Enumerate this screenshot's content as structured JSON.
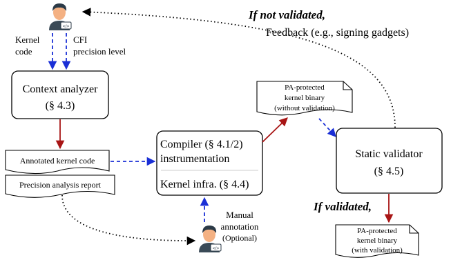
{
  "feedback": {
    "condition": "If not validated,",
    "text": "Feedback (e.g., signing gadgets)"
  },
  "inputs": {
    "kernel_code_line1": "Kernel",
    "kernel_code_line2": "code",
    "cfi_line1": "CFI",
    "cfi_line2": "precision level"
  },
  "context_analyzer": {
    "title": "Context analyzer",
    "section": "(§ 4.3)"
  },
  "annotated_code": "Annotated kernel code",
  "precision_report": "Precision analysis report",
  "compiler": {
    "title_line1": "Compiler  (§ 4.1/2)",
    "title_line2": "instrumentation",
    "infra": "Kernel infra. (§ 4.4)"
  },
  "binary_unvalidated": {
    "line1": "PA-protected",
    "line2": "kernel binary",
    "line3": "(without validation)"
  },
  "static_validator": {
    "title": "Static validator",
    "section": "(§ 4.5)"
  },
  "validated": {
    "condition": "If validated,",
    "line1": "PA-protected",
    "line2": "kernel binary",
    "line3": "(with validation)"
  },
  "manual": {
    "line1": "Manual",
    "line2": "annotation",
    "line3": "(Optional)"
  },
  "user_icon_label": "</>",
  "colors": {
    "blue_arrow": "#1a2fd6",
    "red_arrow": "#a81515",
    "skin": "#f4b183",
    "hair": "#2b3a47",
    "shirt": "#3a4a57"
  }
}
